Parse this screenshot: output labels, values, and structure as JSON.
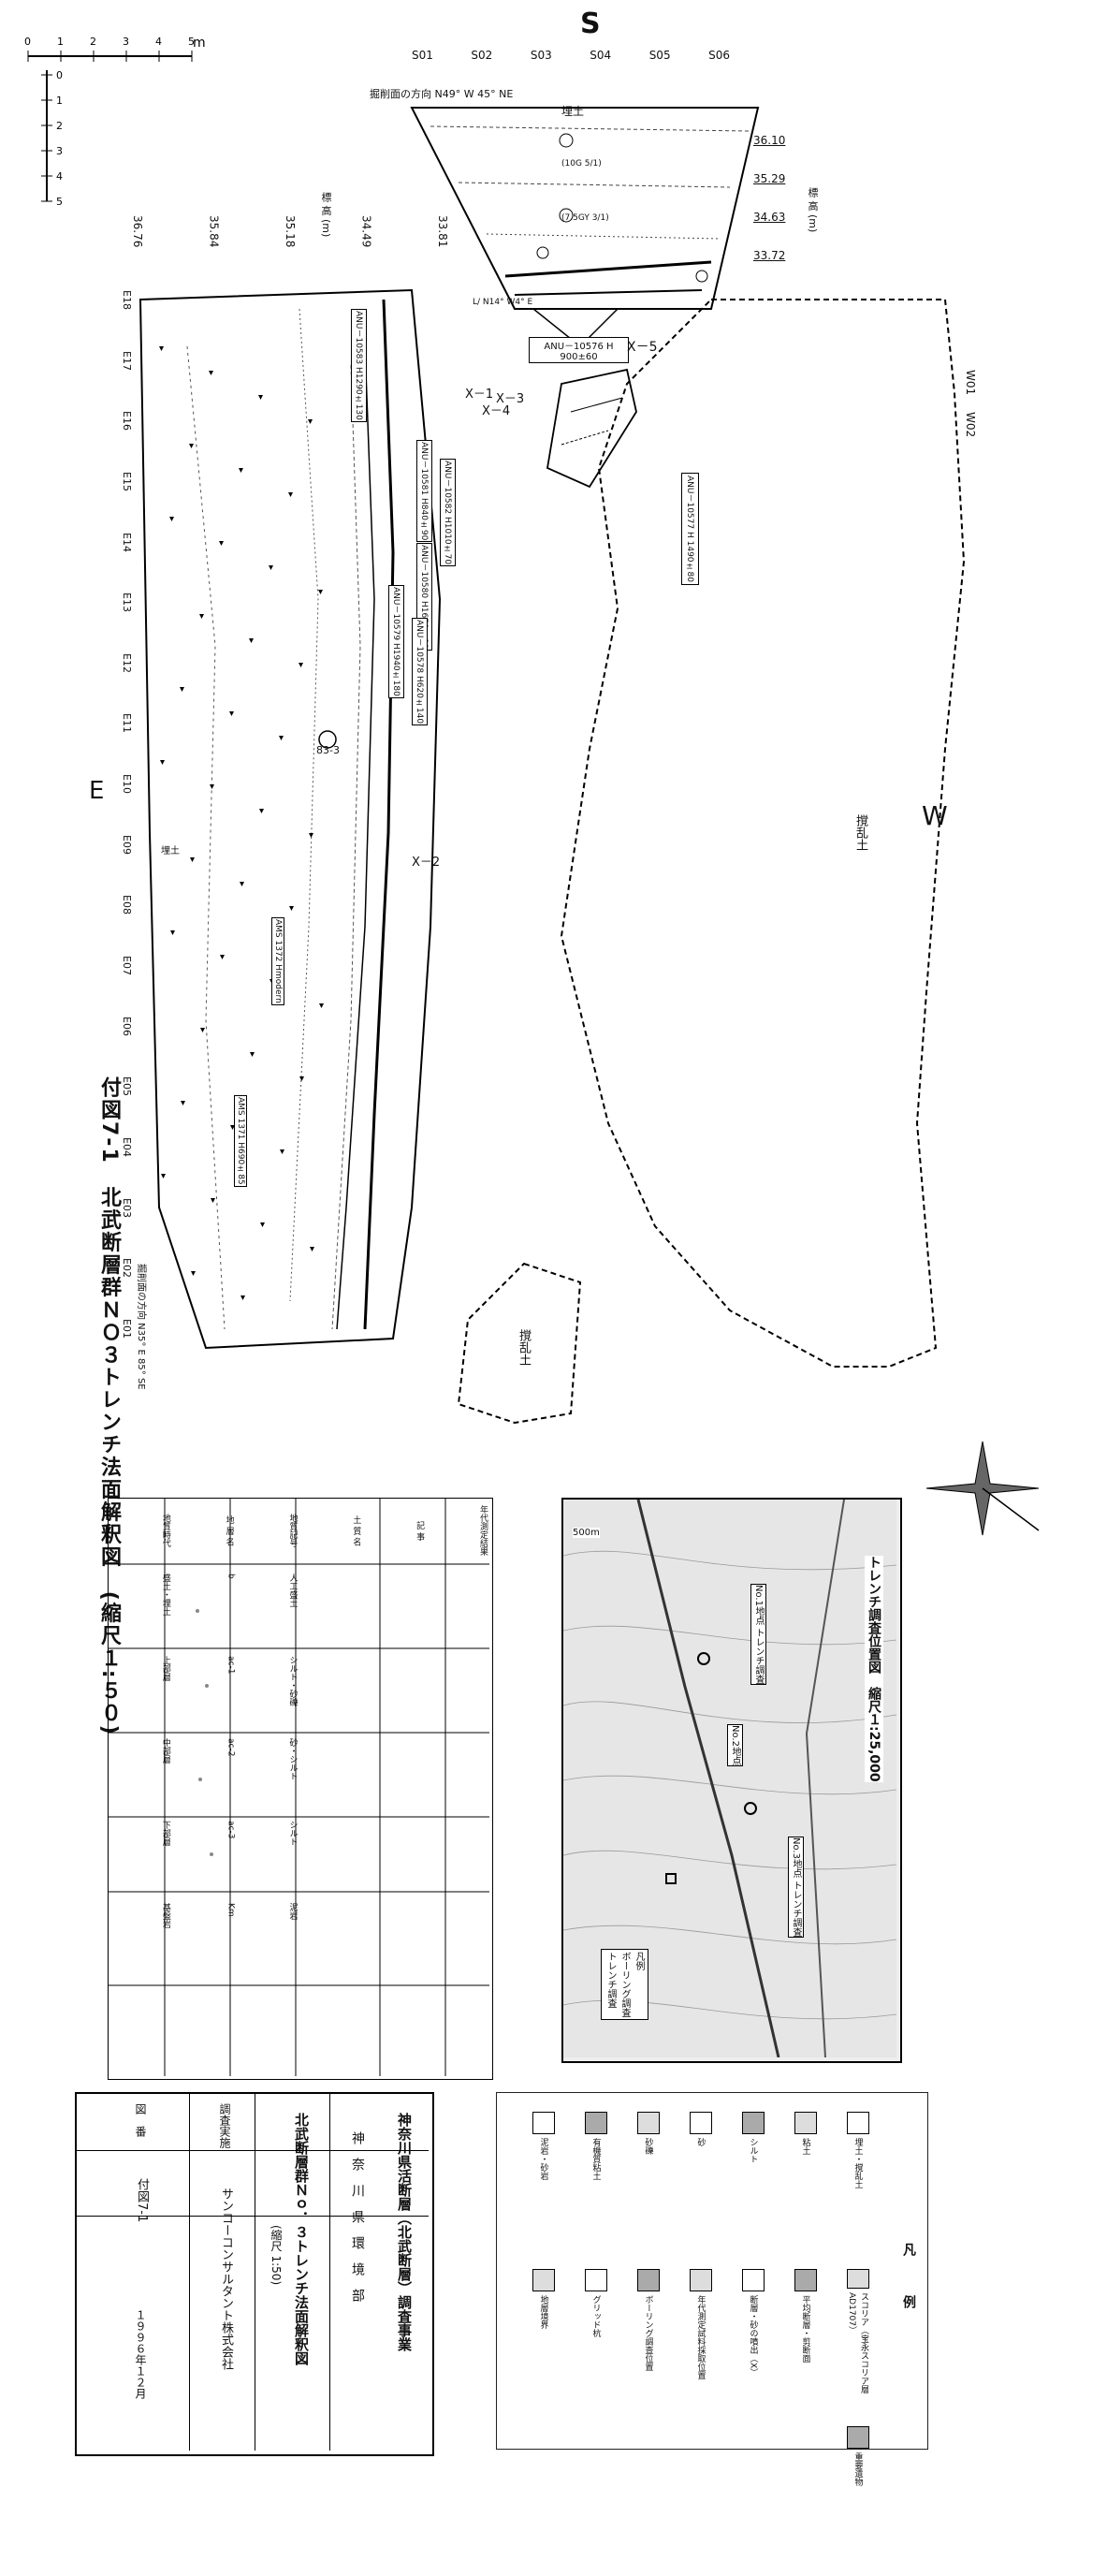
{
  "figure_title": "付図7-1　北武断層群ＮＯ３トレンチ法面解釈図　(縮尺１:５０)",
  "compass_south": "S",
  "compass_west": "W",
  "compass_east": "E",
  "scale_bar": {
    "unit": "m",
    "ticks": [
      "0",
      "1",
      "2",
      "3",
      "4",
      "5"
    ]
  },
  "south_wall": {
    "grid_labels": [
      "S01",
      "S02",
      "S03",
      "S04",
      "S05",
      "S06"
    ],
    "direction_label": "掘削面の方向 N49° W 45° NE",
    "topsoil_label": "埋土",
    "elevations": [
      "36.10",
      "35.29",
      "34.63",
      "33.72"
    ],
    "elev_caption": "標 高 (m)",
    "layer_notes": [
      "(10G 5/1)",
      "(7.5GY 3/1)"
    ],
    "fault_label": "L/ N14° W4° E",
    "sample": {
      "id": "ANU－10576 H",
      "age": "900±60"
    },
    "x_label": "X－5"
  },
  "west_wall": {
    "grid_labels": [
      "W01",
      "W02"
    ],
    "disturbed_label": "撹乱土",
    "sample": {
      "id": "ANU－10577 H",
      "age": "1490±80"
    }
  },
  "east_wall": {
    "elevations": [
      "36.76",
      "35.84",
      "35.18",
      "34.49",
      "33.81"
    ],
    "elev_caption": "標 高 (m)",
    "grid_labels": [
      "E18",
      "E17",
      "E16",
      "E15",
      "E14",
      "E13",
      "E12",
      "E11",
      "E10",
      "E09",
      "E08",
      "E07",
      "E06",
      "E05",
      "E04",
      "E03",
      "E02",
      "E01"
    ],
    "direction_label": "掘削面の方向 N35° E 85° SE",
    "topsoil_label": "埋土",
    "core_label": "83-3",
    "x_labels": [
      "X－1",
      "X－4",
      "X－3",
      "X－2"
    ],
    "samples": [
      {
        "id": "ANU－10583 H",
        "age": "1290±130"
      },
      {
        "id": "ANU－10581 H",
        "age": "840±90"
      },
      {
        "id": "ANU－10582 H",
        "age": "1010±70"
      },
      {
        "id": "ANU－10580 H",
        "age": "1650±80"
      },
      {
        "id": "ANU－10579 H",
        "age": "1940±180"
      },
      {
        "id": "ANU－10578 H",
        "age": "620±140"
      },
      {
        "id": "AMS 1372 H",
        "age": "modern"
      },
      {
        "id": "AMS 1371 H",
        "age": "690±85"
      }
    ]
  },
  "bottom_disturbed_label": "撹乱土",
  "location_map": {
    "title": "トレンチ調査位置図　縮尺１:25,000",
    "labels": [
      "No.1地点 トレンチ調査",
      "No.2地点",
      "No.3地点 トレンチ調査"
    ],
    "legend": [
      "凡例",
      "ボーリング調査",
      "トレンチ調査"
    ],
    "scale": "500m"
  },
  "stratigraphy_table": {
    "header": [
      "地質時代",
      "地 層 名",
      "地質記号",
      "土 質 名",
      "記 事",
      "年代測定結果"
    ],
    "rows": [
      [
        "盛土・埋土",
        "b",
        "人工盛土",
        "",
        "",
        ""
      ],
      [
        "上部層",
        "ac-1",
        "シルト・砂礫",
        "",
        "",
        ""
      ],
      [
        "中部層",
        "ac-2",
        "砂・シルト",
        "",
        "",
        ""
      ],
      [
        "下部層",
        "ac-3",
        "シルト",
        "",
        "",
        ""
      ],
      [
        "基盤岩",
        "Km",
        "泥岩",
        "",
        "",
        ""
      ]
    ]
  },
  "legend": {
    "title": "凡　　　例",
    "items": [
      "埋土・撹乱土",
      "粘土",
      "シルト",
      "砂",
      "砂礫",
      "有機質粘土",
      "泥岩・砂岩",
      "スコリア（宝永スコリア層 AD1707）",
      "平均断層・剪断面",
      "断層・砂の噴出（X）",
      "年代測定試料採取位置",
      "ボーリング調査位置",
      "グリッド杭",
      "地層境界",
      "重要遺物"
    ]
  },
  "title_block": {
    "client": "神奈川県活断層（北武断層）調査事業",
    "org": "神　奈　川　県　環　境　部",
    "drawing_name": "北武断層群Ｎｏ．３トレンチ法面解釈図",
    "scale": "(縮尺 1:50)",
    "investigator_label": "調査実施",
    "investigator": "サンコーコンサルタント株式会社",
    "fig_label": "図　番",
    "fig_no": "付図7-1",
    "date": "１９９６年１２月"
  }
}
